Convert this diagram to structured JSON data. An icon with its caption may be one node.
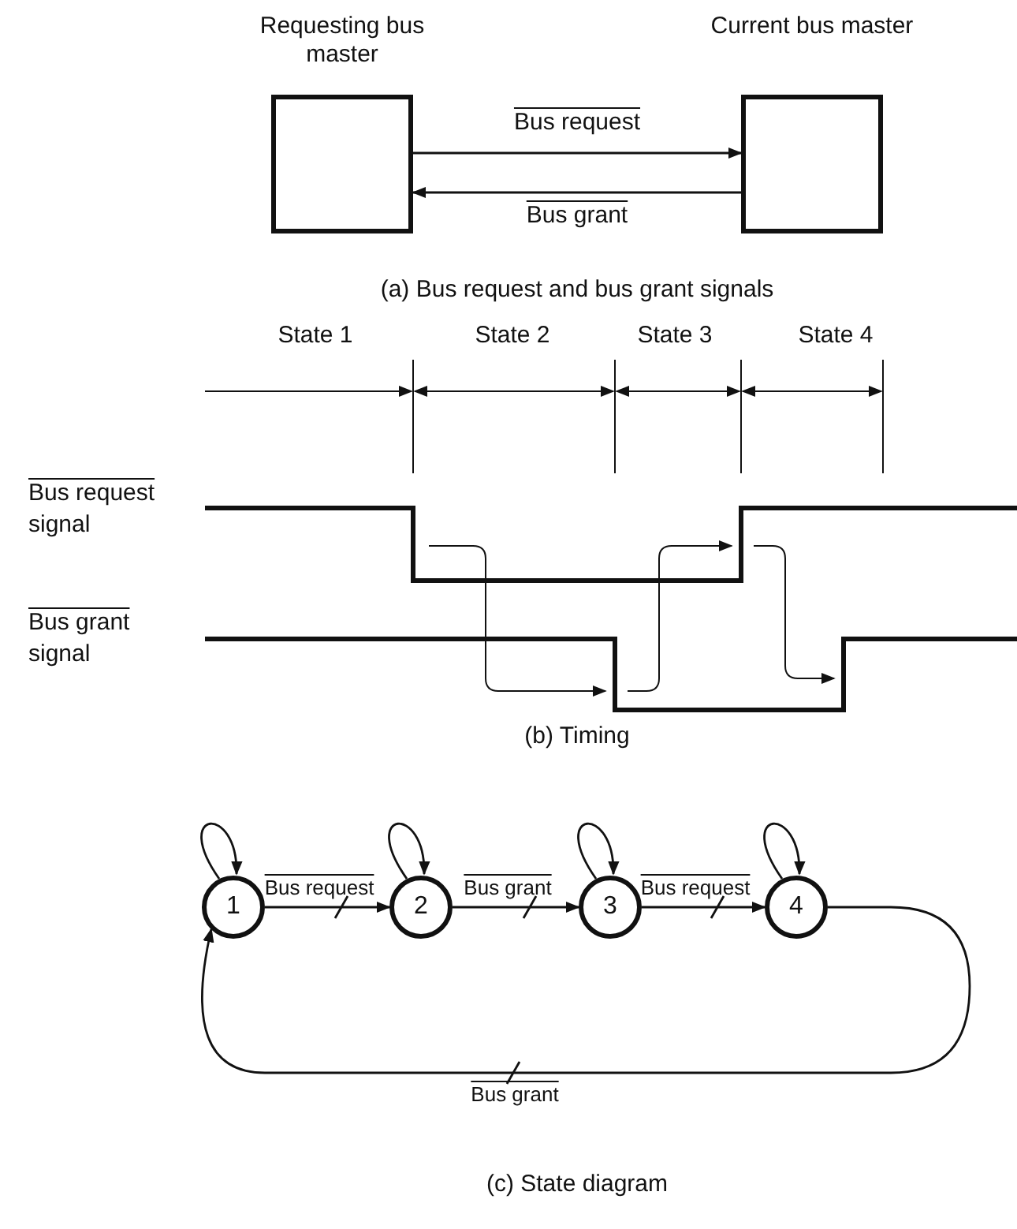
{
  "diagram": {
    "nodes": [
      {
        "text": [
          "Requesting bus master"
        ]
      },
      {
        "text": [
          "Current bus master"
        ]
      },
      {
        "text": [
          "1"
        ]
      },
      {
        "text": [
          "2"
        ]
      },
      {
        "text": [
          "3"
        ]
      },
      {
        "text": [
          "4"
        ]
      }
    ],
    "edges": [
      {
        "from": 0,
        "to": 1,
        "arrow": "to",
        "label": "Bus request"
      },
      {
        "from": 1,
        "to": 0,
        "arrow": "to",
        "label": "Bus grant"
      },
      {
        "from": 2,
        "to": 2,
        "arrow": "to"
      },
      {
        "from": 2,
        "to": 3,
        "arrow": "to",
        "label": "Bus request"
      },
      {
        "from": 3,
        "to": 3,
        "arrow": "to"
      },
      {
        "from": 3,
        "to": 4,
        "arrow": "to",
        "label": "Bus grant"
      },
      {
        "from": 4,
        "to": 4,
        "arrow": "to"
      },
      {
        "from": 4,
        "to": 5,
        "arrow": "to",
        "label": "Bus request"
      },
      {
        "from": 5,
        "to": 5,
        "arrow": "to"
      },
      {
        "from": 5,
        "to": 2,
        "arrow": "to",
        "label": "Bus grant"
      }
    ],
    "labels": [
      "(a) Bus request and bus grant signals",
      "State 1",
      "State 2",
      "State 3",
      "State 4",
      "Bus request",
      "signal",
      "Bus grant",
      "signal",
      "(b) Timing",
      "(c) State diagram"
    ]
  }
}
